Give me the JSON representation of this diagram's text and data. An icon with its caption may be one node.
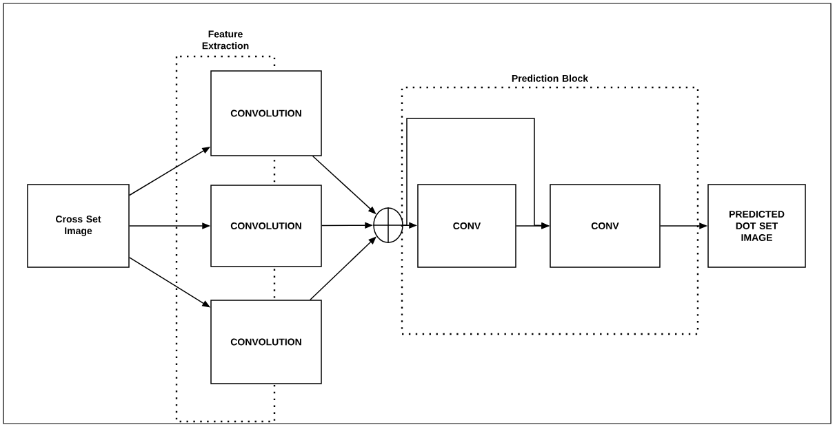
{
  "diagram": {
    "nodes": [
      {
        "text": [
          "Cross Set Image"
        ]
      },
      {
        "text": [
          "CONVOLUTION"
        ]
      },
      {
        "text": [
          "CONVOLUTION"
        ]
      },
      {
        "text": [
          "CONVOLUTION"
        ]
      },
      {
        "text": [],
        "shape": "circle"
      },
      {
        "text": [
          "Prediction Block"
        ]
      },
      {
        "text": [
          "CONV"
        ],
        "in": 5
      },
      {
        "text": [
          "CONV"
        ],
        "in": 5
      },
      {
        "text": [
          "PREDICTED DOT SET IMAGE"
        ]
      }
    ],
    "edges": [
      {
        "from": 0,
        "to": 1,
        "arrow": "to"
      },
      {
        "from": 0,
        "to": 2,
        "arrow": "to"
      },
      {
        "from": 0,
        "to": 3,
        "arrow": "to"
      },
      {
        "from": 1,
        "to": 4,
        "arrow": "to"
      },
      {
        "from": 2,
        "to": 4,
        "arrow": "to"
      },
      {
        "from": 3,
        "to": 4,
        "arrow": "to"
      },
      {
        "from": 4,
        "to": 6,
        "arrow": "to"
      },
      {
        "from": 6,
        "to": 7,
        "arrow": "to"
      },
      {
        "from": 4,
        "to": 7,
        "arrow": "to"
      },
      {
        "from": 7,
        "to": 8,
        "arrow": "to"
      }
    ],
    "labels": [
      "Feature Extraction"
    ]
  }
}
